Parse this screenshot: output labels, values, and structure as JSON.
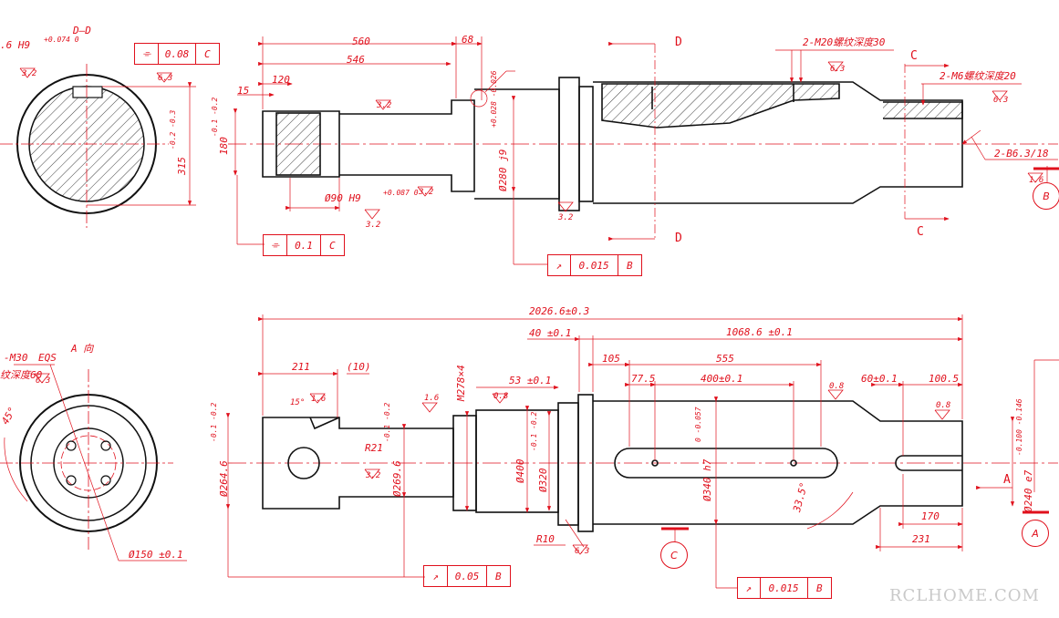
{
  "colors": {
    "dimension": "#e0101c",
    "outline": "#111111",
    "centerline": "#e0101c",
    "hatch": "#111111",
    "watermark": "#c9c9c9"
  },
  "views": {
    "top": {
      "section_label": "D—D",
      "dim_560": "560",
      "dim_546": "546",
      "dim_68": "68",
      "dim_120": "120",
      "dim_15": "15",
      "dim_180": "180",
      "tol_180": "-0.1 -0.2",
      "dim_315": "315",
      "tol_315": "-0.2 -0.3",
      "keyway_dia": "Ø90 H9",
      "keyway_tol": "+0.087 0",
      "journal_dia": "Ø280 j9",
      "journal_tol": "+0.028 -0.026",
      "left_h9": ".6 H9",
      "left_h9_tol": "+0.074 0",
      "section_d": "D",
      "section_c": "C",
      "thread_note_1": "2-M20螺纹深度30",
      "thread_note_2": "2-M6螺纹深度20",
      "center_hole": "2-B6.3/18",
      "roughness": [
        "3.2",
        "6.3",
        "1.6"
      ],
      "datum_b": "B",
      "fcf_sym": {
        "sym": "⌯",
        "val": "0.08",
        "ref": "C"
      },
      "fcf_sym2": {
        "sym": "⌯",
        "val": "0.1",
        "ref": "C"
      },
      "fcf_runout": {
        "sym": "↗",
        "val": "0.015",
        "ref": "B"
      }
    },
    "bottom": {
      "dim_total": "2026.6±0.3",
      "dim_40": "40 ±0.1",
      "dim_1068": "1068.6 ±0.1",
      "dim_211": "211",
      "dim_10": "(10)",
      "dim_53": "53 ±0.1",
      "dim_105": "105",
      "dim_555": "555",
      "dim_77": "77.5",
      "dim_400": "400±0.1",
      "dim_60": "60±0.1",
      "dim_100": "100.5",
      "dim_170": "170",
      "dim_231": "231",
      "thread_m278": "M278×4",
      "dia_264": "Ø264.6",
      "tol_264": "-0.1 -0.2",
      "dia_269": "Ø269.6",
      "tol_269": "-0.1 -0.2",
      "dia_400": "Ø400",
      "dia_320": "Ø320",
      "tol_320": "-0.1 -0.2",
      "dia_340": "Ø340 h7",
      "tol_340": "0 -0.057",
      "dia_240": "Ø240 e7",
      "tol_240": "-0.100 -0.146",
      "r21": "R21",
      "r10": "R10",
      "angle_15": "15°",
      "angle_335": "33.5°",
      "angle_45": "45°",
      "thread_left": "-M30",
      "eqs": "EQS",
      "view_a": "A  向",
      "depth_note": "纹深度60",
      "dia_150": "Ø150 ±0.1",
      "roughness": [
        "1.6",
        "0.8",
        "3.2",
        "6.3"
      ],
      "datum_a": "A",
      "datum_c": "C",
      "fcf_left": {
        "sym": "↗",
        "val": "0.05",
        "ref": "B"
      },
      "fcf_right": {
        "sym": "↗",
        "val": "0.015",
        "ref": "B"
      },
      "view_arrow_a": "A"
    }
  },
  "watermark": "RCLHOME.COM"
}
